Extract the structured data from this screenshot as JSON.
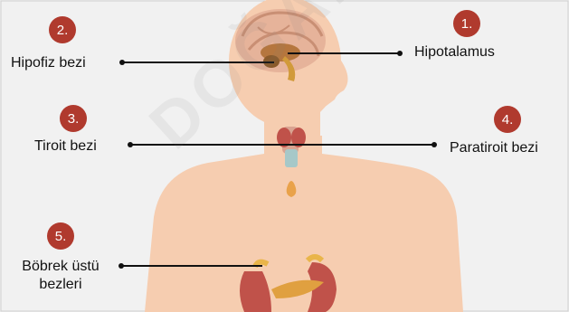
{
  "watermark": "DOĞALTILAMA",
  "labels": [
    {
      "number": "1.",
      "name": "Hipotalamus"
    },
    {
      "number": "2.",
      "name": "Hipofiz bezi"
    },
    {
      "number": "3.",
      "name": "Tiroit bezi"
    },
    {
      "number": "4.",
      "name": "Paratiroit bezi"
    },
    {
      "number": "5.",
      "name": "Böbrek üstü bezleri"
    }
  ],
  "colors": {
    "badge": "#b03a2e",
    "skin": "#f4c9a9",
    "brain": "#e8b79c",
    "line": "#111111",
    "kidney": "#c0524a",
    "pancreas": "#e0a040"
  }
}
